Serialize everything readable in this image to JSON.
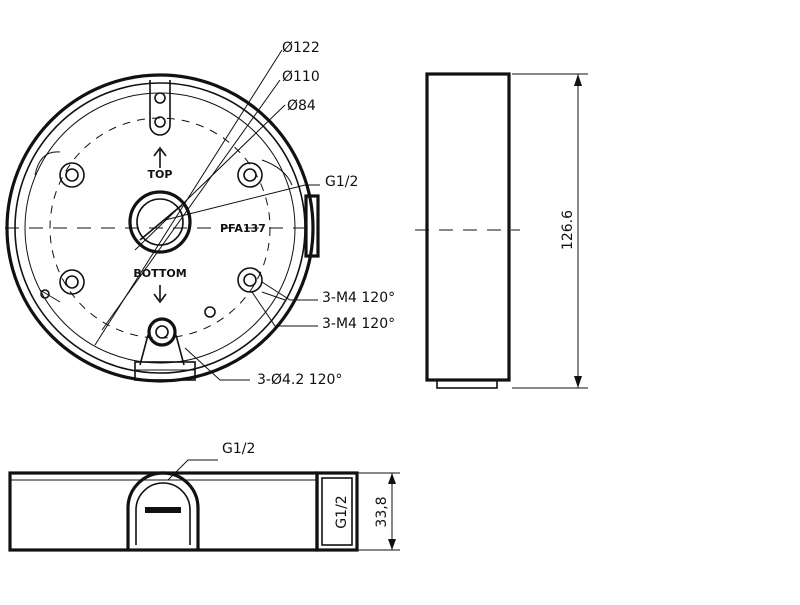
{
  "dimensions": {
    "d_outer": "Ø122",
    "d_mid": "Ø110",
    "d_inner": "Ø84",
    "height_front": "126.6",
    "height_side": "33,8"
  },
  "threads": {
    "main": "G1/2",
    "bottom_view": "G1/2",
    "side_port": "G1/2"
  },
  "holes": {
    "m4_a": "3-M4 120°",
    "m4_b": "3-M4 120°",
    "d42": "3-Ø4.2 120°"
  },
  "body_text": {
    "top": "TOP",
    "bottom": "BOTTOM",
    "model": "PFA137"
  },
  "colors": {
    "line": "#111111",
    "background": "#ffffff"
  }
}
